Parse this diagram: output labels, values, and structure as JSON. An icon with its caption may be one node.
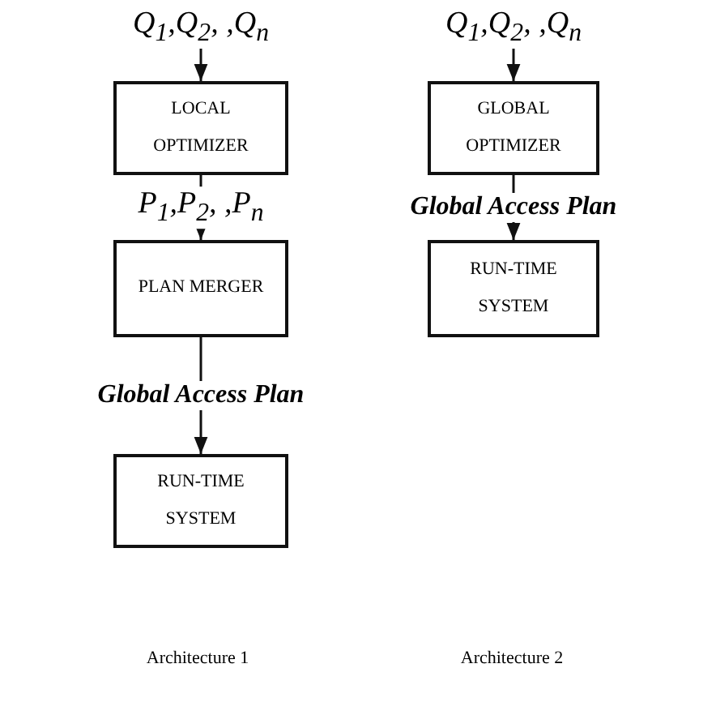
{
  "diagram": {
    "nodes": [
      {
        "text": [
          "Q$_{1}$,Q$_{2}$, ,Q$_{n}$"
        ]
      },
      {
        "text": [
          "LOCAL OPTIMIZER"
        ]
      },
      {
        "text": [
          "PLAN MERGER"
        ]
      },
      {
        "text": [
          "RUN-TIME SYSTEM"
        ]
      },
      {
        "text": [
          "Q$_{1}$,Q$_{2}$, ,Q$_{n}$"
        ]
      },
      {
        "text": [
          "GLOBAL OPTIMIZER"
        ]
      },
      {
        "text": [
          "RUN-TIME SYSTEM"
        ]
      }
    ],
    "edges": [
      {
        "from": 0,
        "to": 1,
        "arrow": "to"
      },
      {
        "from": 1,
        "to": 2,
        "arrow": "to",
        "label": "P$_{1}$,P$_{2}$, ,P$_{n}$"
      },
      {
        "from": 2,
        "to": 3,
        "arrow": "to",
        "label": "Global Access Plan"
      },
      {
        "from": 4,
        "to": 5,
        "arrow": "to"
      },
      {
        "from": 5,
        "to": 6,
        "arrow": "to",
        "label": "Global Access Plan"
      }
    ],
    "labels": [
      "Architecture 1",
      "Architecture 2"
    ]
  }
}
